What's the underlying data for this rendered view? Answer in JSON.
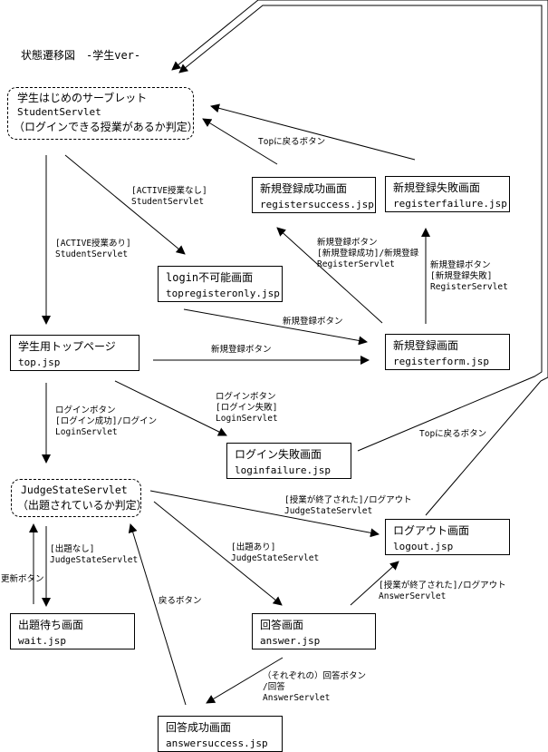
{
  "title": "状態遷移図　-学生ver-",
  "nodes": {
    "student_servlet": {
      "line1": "学生はじめのサーブレット",
      "line2": "StudentServlet",
      "line3": "（ログインできる授業があるか判定）"
    },
    "register_success": {
      "line1": "新規登録成功画面",
      "line2": "registersuccess.jsp"
    },
    "register_failure": {
      "line1": "新規登録失敗画面",
      "line2": "registerfailure.jsp"
    },
    "login_impossible": {
      "line1": "login不可能画面",
      "line2": "topregisteronly.jsp"
    },
    "top": {
      "line1": "学生用トップページ",
      "line2": "top.jsp"
    },
    "register_form": {
      "line1": "新規登録画面",
      "line2": "registerform.jsp"
    },
    "login_failure": {
      "line1": "ログイン失敗画面",
      "line2": "loginfailure.jsp"
    },
    "judge_state": {
      "line1": "JudgeStateServlet",
      "line2": "（出題されているか判定）"
    },
    "logout": {
      "line1": "ログアウト画面",
      "line2": "logout.jsp"
    },
    "wait": {
      "line1": "出題待ち画面",
      "line2": "wait.jsp"
    },
    "answer": {
      "line1": "回答画面",
      "line2": "answer.jsp"
    },
    "answer_success": {
      "line1": "回答成功画面",
      "line2": "answersuccess.jsp"
    }
  },
  "labels": {
    "top_back_upper": [
      "Topに戻るボタン"
    ],
    "active_none": [
      "[ACTIVE授業なし]",
      "StudentServlet"
    ],
    "active_exists": [
      "[ACTIVE授業あり]",
      "StudentServlet"
    ],
    "register_success_edge": [
      "新規登録ボタン",
      "[新規登録成功]/新規登録",
      "RegisterServlet"
    ],
    "register_failure_edge": [
      "新規登録ボタン",
      "[新規登録失敗]",
      "RegisterServlet"
    ],
    "register_btn_from_loginimp": [
      "新規登録ボタン"
    ],
    "register_btn_from_top": [
      "新規登録ボタン"
    ],
    "login_success": [
      "ログインボタン",
      "[ログイン成功]/ログイン",
      "LoginServlet"
    ],
    "login_failure_edge": [
      "ログインボタン",
      "[ログイン失敗]",
      "LoginServlet"
    ],
    "top_back_lower": [
      "Topに戻るボタン"
    ],
    "class_ended_judge": [
      "[授業が終了された]/ログアウト",
      "JudgeStateServlet"
    ],
    "no_question": [
      "[出題なし]",
      "JudgeStateServlet"
    ],
    "question_exists": [
      "[出題あり]",
      "JudgeStateServlet"
    ],
    "refresh": [
      "更新ボタン"
    ],
    "back": [
      "戻るボタン"
    ],
    "class_ended_answer": [
      "[授業が終了された]/ログアウト",
      "AnswerServlet"
    ],
    "answer_btn": [
      "（それぞれの）回答ボタン",
      "/回答",
      "AnswerServlet"
    ]
  }
}
